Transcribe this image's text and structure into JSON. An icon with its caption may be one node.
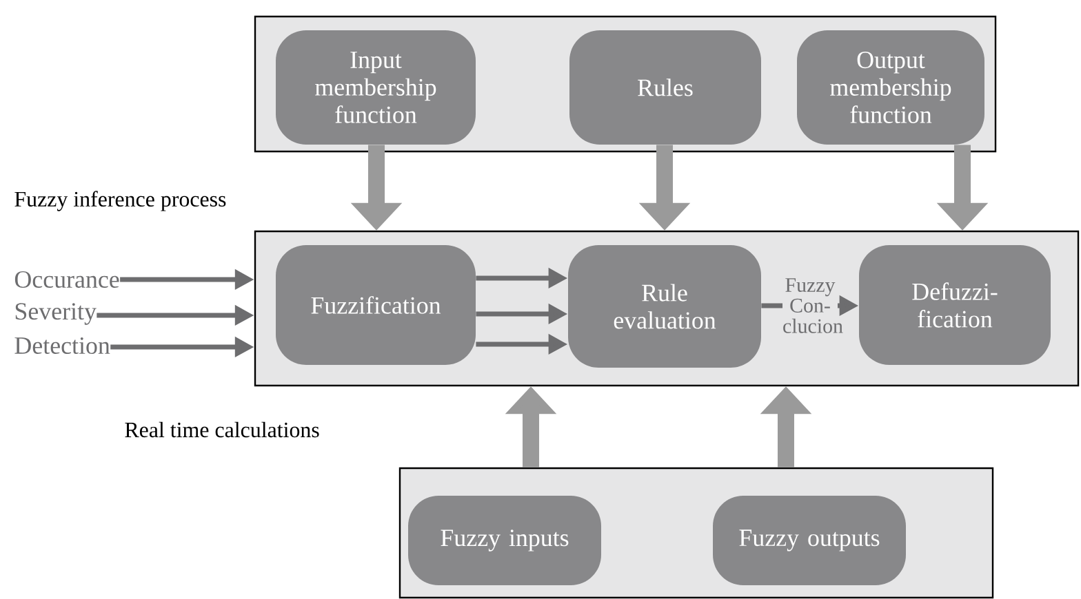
{
  "diagram": {
    "nodes": [
      {
        "text": [],
        "shape": "box"
      },
      {
        "text": [
          "Input membership function"
        ],
        "in": 0
      },
      {
        "text": [
          "Rules"
        ],
        "in": 0
      },
      {
        "text": [
          "Output membership function"
        ],
        "in": 0
      },
      {
        "text": [
          "Fuzzy inference process"
        ]
      },
      {
        "text": [
          "Fuzzification"
        ],
        "in": 4
      },
      {
        "text": [
          "Rule evaluation"
        ],
        "in": 4
      },
      {
        "text": [
          "Defuzzi- fication"
        ],
        "in": 4
      },
      {
        "text": [],
        "shape": "box"
      },
      {
        "text": [
          "Fuzzy inputs"
        ],
        "in": 8
      },
      {
        "text": [
          "Fuzzy outputs"
        ],
        "in": 8
      },
      {
        "text": [
          "Occurance"
        ]
      },
      {
        "text": [
          "Severity"
        ]
      },
      {
        "text": [
          "Detection"
        ]
      }
    ],
    "edges": [
      {
        "from": 1,
        "to": 4,
        "arrow": "to",
        "style": "thick",
        "color": "#9a9a9a"
      },
      {
        "from": 2,
        "to": 4,
        "arrow": "to",
        "style": "thick",
        "color": "#9a9a9a"
      },
      {
        "from": 3,
        "to": 4,
        "arrow": "to",
        "style": "thick",
        "color": "#9a9a9a"
      },
      {
        "from": 11,
        "to": 4,
        "arrow": "to"
      },
      {
        "from": 12,
        "to": 4,
        "arrow": "to"
      },
      {
        "from": 13,
        "to": 4,
        "arrow": "to"
      },
      {
        "from": 5,
        "to": 6,
        "arrow": "to"
      },
      {
        "from": 5,
        "to": 6,
        "arrow": "to"
      },
      {
        "from": 5,
        "to": 6,
        "arrow": "to"
      },
      {
        "from": 6,
        "to": 7,
        "arrow": "to",
        "label": "Fuzzy Con- clucion"
      },
      {
        "from": 8,
        "to": 4,
        "arrow": "to",
        "style": "thick",
        "color": "#9a9a9a"
      },
      {
        "from": 8,
        "to": 4,
        "arrow": "to",
        "style": "thick",
        "color": "#9a9a9a"
      }
    ],
    "labels": [
      "Real time calculations"
    ]
  }
}
